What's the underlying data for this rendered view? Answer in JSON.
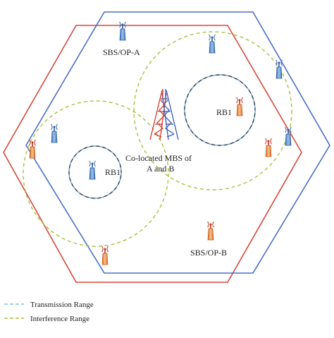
{
  "labels": {
    "sbs_a": "SBS/OP-A",
    "sbs_b": "SBS/OP-B",
    "rb1_left": "RB1",
    "rb1_right": "RB1",
    "mbs_line1": "Co-located MBS of",
    "mbs_line2": "A and B"
  },
  "legend": {
    "transmission": "Transmission Range",
    "interference": "Interference Range"
  },
  "colors": {
    "operator_a": "#4a6fc7",
    "operator_b": "#d8473a",
    "interference": "#a8c23a",
    "transmission_blue": "#6fa0d8",
    "transmission_dark": "#2b3a3a",
    "legend_transmission": "#7fc3c9"
  },
  "icons": {
    "base_station_a": "blue-antenna-icon",
    "base_station_b": "orange-antenna-icon",
    "macro_tower": "lattice-tower-icon"
  }
}
